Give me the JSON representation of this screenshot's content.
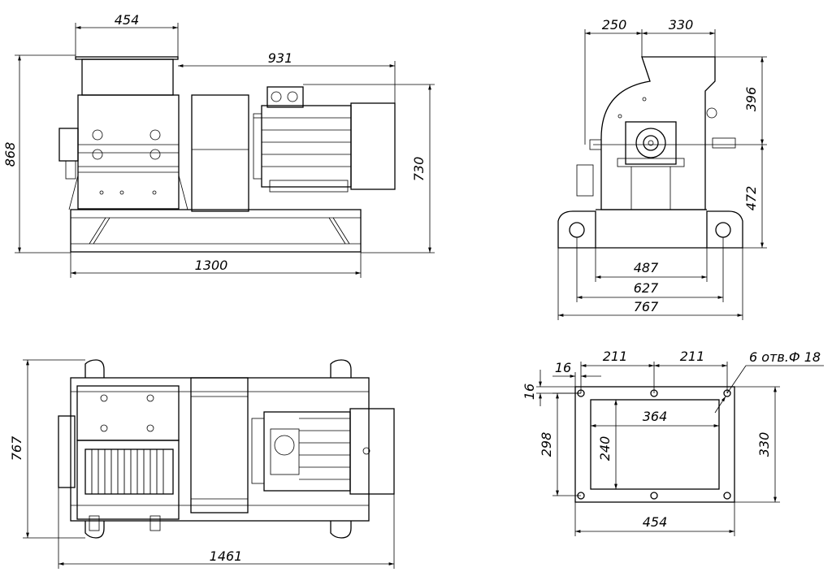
{
  "colors": {
    "line": "#000000",
    "background": "#ffffff"
  },
  "views": {
    "side": {
      "dims": {
        "hopper_width": "454",
        "motor_length": "931",
        "total_height": "868",
        "motor_height": "730",
        "base_length": "1300"
      }
    },
    "front": {
      "dims": {
        "left_offset": "250",
        "inlet_width": "330",
        "upper_height": "396",
        "lower_height": "472",
        "inner_width": "487",
        "frame_width": "627",
        "total_width": "767"
      }
    },
    "top": {
      "dims": {
        "total_width": "767",
        "total_length": "1461"
      }
    },
    "flange": {
      "dims": {
        "hole_spacing_a": "211",
        "hole_spacing_b": "211",
        "edge_x": "16",
        "edge_y": "16",
        "holes_note": "6 отв.Ф 18",
        "inner_width": "364",
        "inner_height": "240",
        "bolt_height": "298",
        "outer_height": "330",
        "outer_width": "454"
      }
    }
  }
}
